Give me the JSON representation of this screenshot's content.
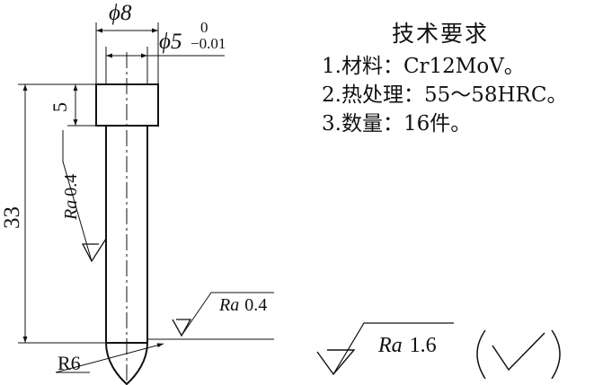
{
  "drawing": {
    "dim_outer_dia": "ϕ8",
    "dim_tip_dia": "ϕ5",
    "tol_upper": "0",
    "tol_lower": "−0.01",
    "dim_head_height": "5",
    "dim_total_length": "33",
    "radius": "R6",
    "roughness_shank": {
      "symbol": "Ra",
      "value": "0.4"
    },
    "roughness_tip": {
      "symbol": "Ra",
      "value": "0.4"
    },
    "roughness_general": {
      "symbol": "Ra",
      "value": "1.6"
    }
  },
  "notes": {
    "title": "技术要求",
    "items": [
      "1.材料：Cr12MoV。",
      "2.热处理：55～58HRC。",
      "3.数量：16件。"
    ]
  }
}
